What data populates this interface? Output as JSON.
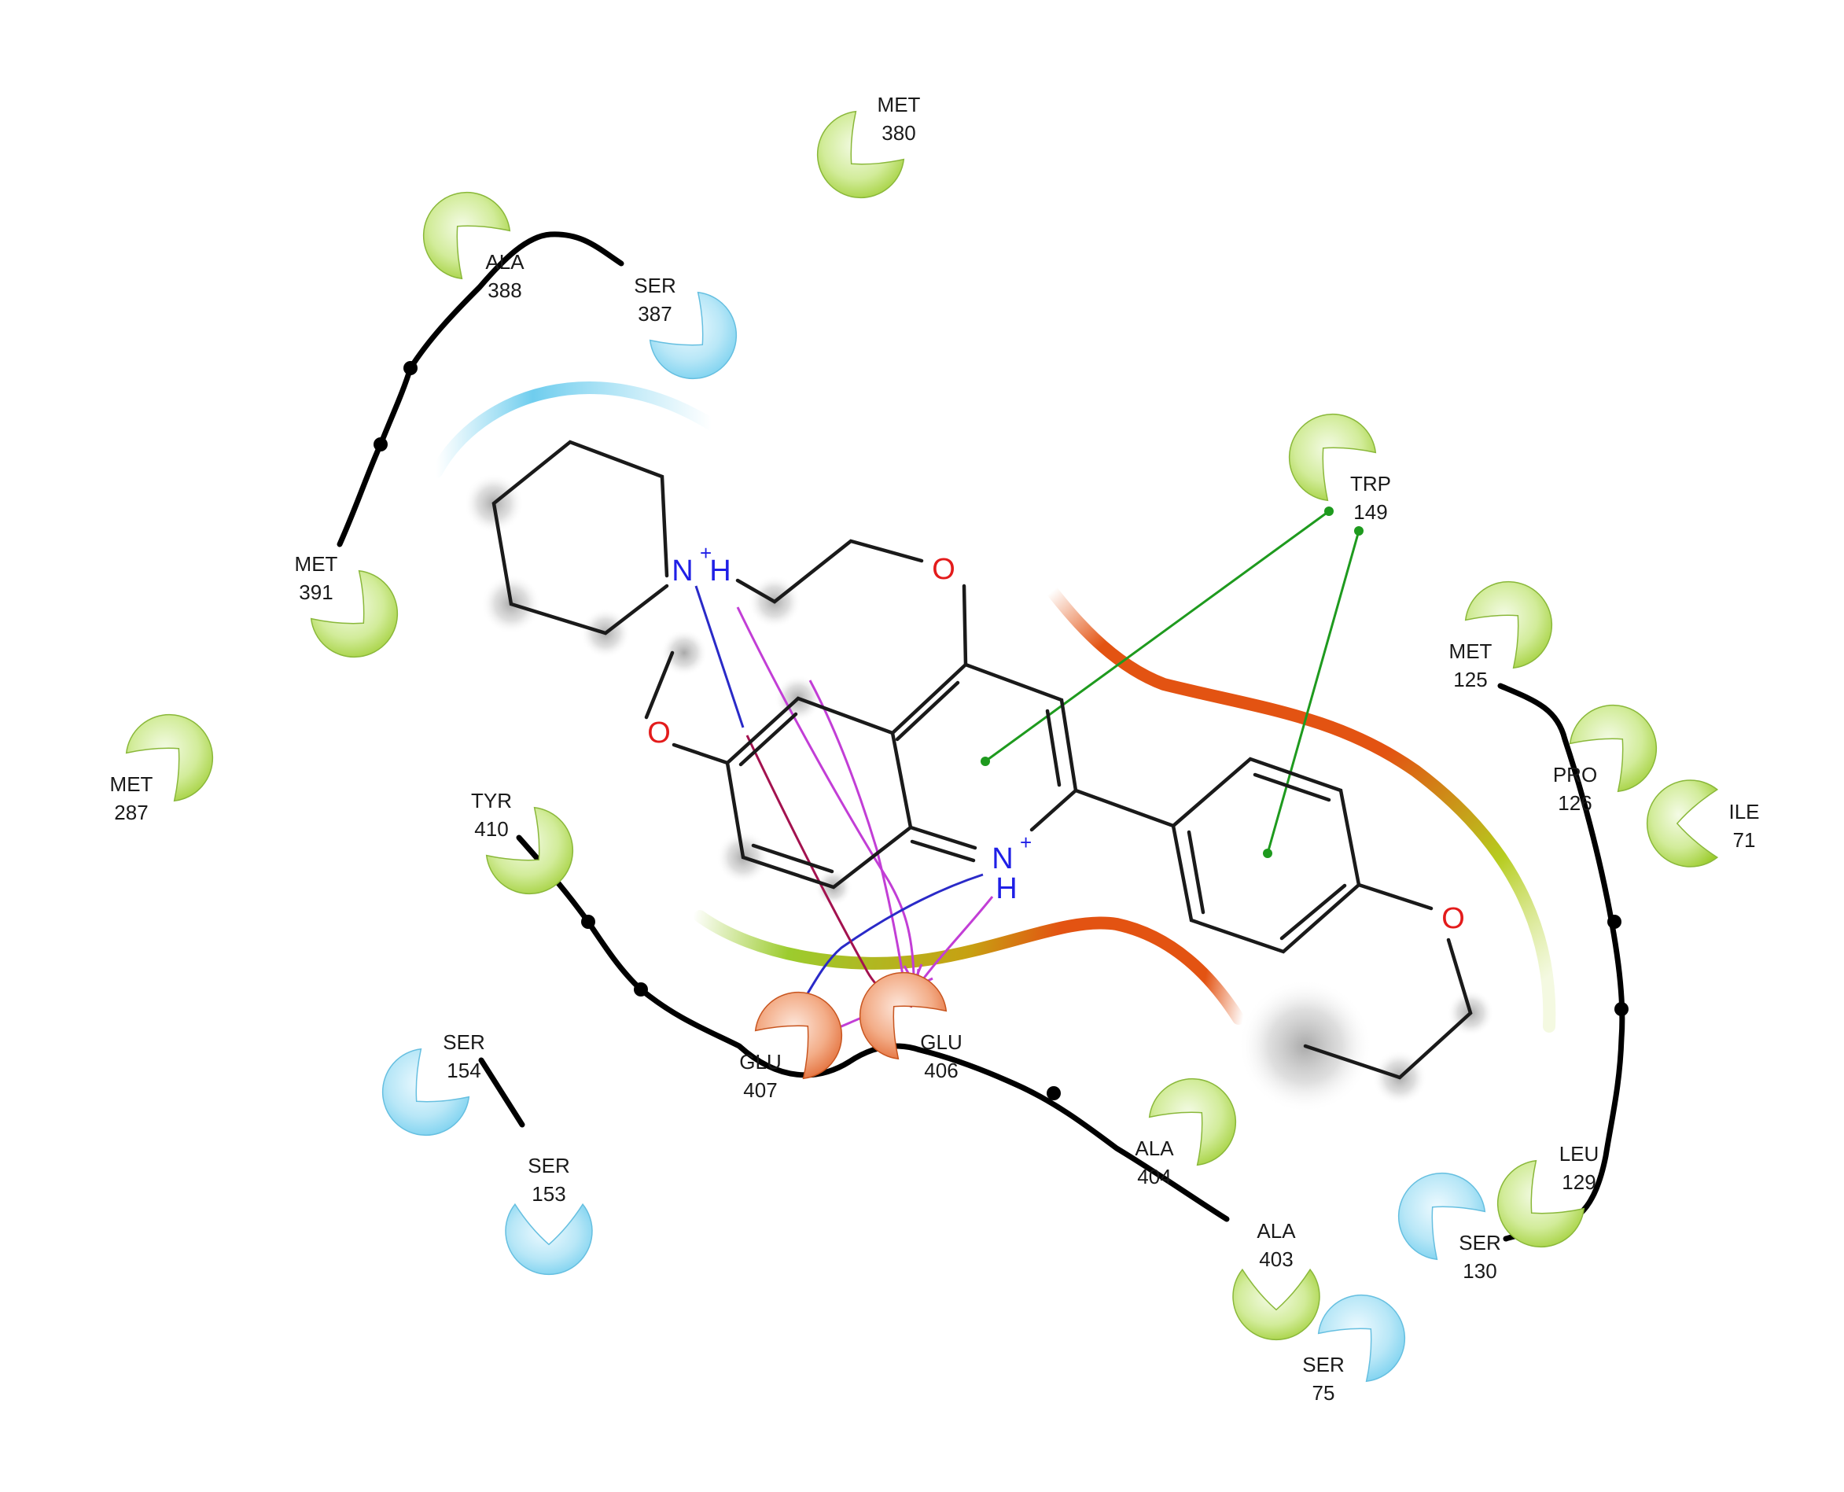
{
  "residues": [
    {
      "id": "met380",
      "name": "MET",
      "number": "380",
      "kind": "hydrophobic"
    },
    {
      "id": "ala388",
      "name": "ALA",
      "number": "388",
      "kind": "hydrophobic"
    },
    {
      "id": "ser387",
      "name": "SER",
      "number": "387",
      "kind": "polar"
    },
    {
      "id": "met391",
      "name": "MET",
      "number": "391",
      "kind": "hydrophobic"
    },
    {
      "id": "trp149",
      "name": "TRP",
      "number": "149",
      "kind": "hydrophobic"
    },
    {
      "id": "met125",
      "name": "MET",
      "number": "125",
      "kind": "hydrophobic"
    },
    {
      "id": "pro126",
      "name": "PRO",
      "number": "126",
      "kind": "hydrophobic"
    },
    {
      "id": "ile71",
      "name": "ILE",
      "number": "71",
      "kind": "hydrophobic"
    },
    {
      "id": "met287",
      "name": "MET",
      "number": "287",
      "kind": "hydrophobic"
    },
    {
      "id": "tyr410",
      "name": "TYR",
      "number": "410",
      "kind": "hydrophobic"
    },
    {
      "id": "ser154",
      "name": "SER",
      "number": "154",
      "kind": "polar"
    },
    {
      "id": "ser153",
      "name": "SER",
      "number": "153",
      "kind": "polar"
    },
    {
      "id": "glu407",
      "name": "GLU",
      "number": "407",
      "kind": "negative"
    },
    {
      "id": "glu406",
      "name": "GLU",
      "number": "406",
      "kind": "negative"
    },
    {
      "id": "ala404",
      "name": "ALA",
      "number": "404",
      "kind": "hydrophobic"
    },
    {
      "id": "ala403",
      "name": "ALA",
      "number": "403",
      "kind": "hydrophobic"
    },
    {
      "id": "leu129",
      "name": "LEU",
      "number": "129",
      "kind": "hydrophobic"
    },
    {
      "id": "ser130",
      "name": "SER",
      "number": "130",
      "kind": "polar"
    },
    {
      "id": "ser75",
      "name": "SER",
      "number": "75",
      "kind": "polar"
    }
  ],
  "atoms": {
    "n_piperidine": "N",
    "n_piperidine_charge": "+",
    "n_piperidine_h": "H",
    "n_quinoline": "N",
    "n_quinoline_charge": "+",
    "n_quinoline_h": "H",
    "o_ether_top": "O",
    "o_methoxy": "O",
    "o_propoxy": "O"
  },
  "colors": {
    "hydrophobic": "#9ccc2e",
    "polar": "#7fd4f0",
    "negative": "#e8733e",
    "pi_stacking": "#1e9a1e",
    "hbond": "#c23ed6",
    "salt_bridge": "#a3124f",
    "cation": "#2a2ac8",
    "nitrogen": "#1f1fe6",
    "oxygen": "#e31b1b"
  }
}
